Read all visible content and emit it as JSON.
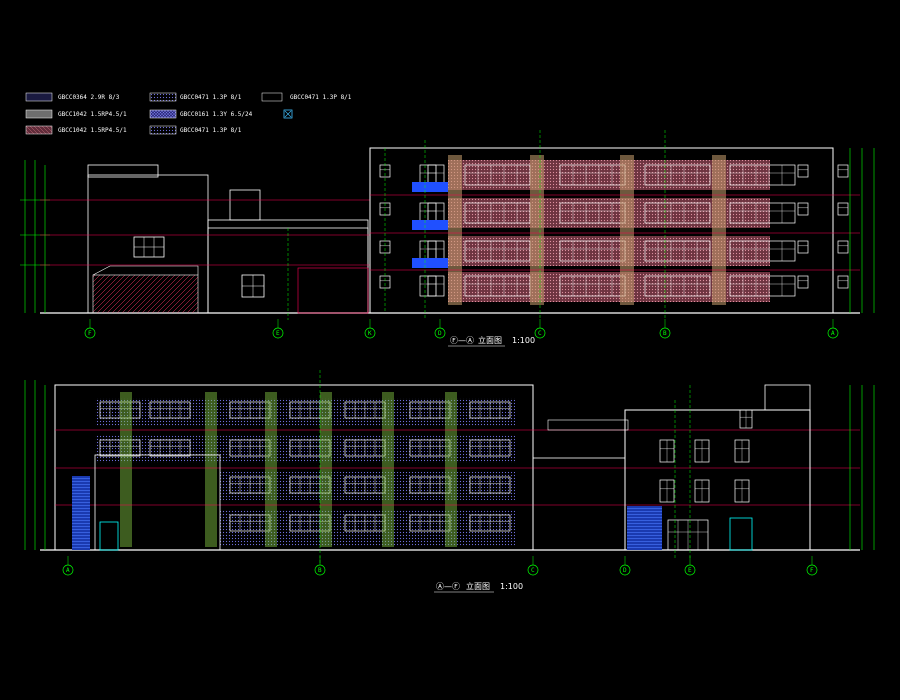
{
  "legend": {
    "items": [
      {
        "code": "GBCC0364  2.9R 8/3",
        "color": "#1a1a40",
        "hatch": "none"
      },
      {
        "code": "GBCC0471  1.3P 8/1",
        "color": "#5a5aa8",
        "hatch": "dots"
      },
      {
        "code": "GBCC0471  1.3P 8/1",
        "color": "#000000",
        "hatch": "none"
      },
      {
        "code": "GBCC1042  1.5RP4.5/1",
        "color": "#6e6e6e",
        "hatch": "none"
      },
      {
        "code": "GBCC0161  1.3Y 6.5/24",
        "color": "#8c8cd8",
        "hatch": "grid"
      },
      {
        "code": "",
        "color": "#40c0ff",
        "hatch": "box"
      },
      {
        "code": "GBCC1042  1.5RP4.5/1",
        "color": "#9a6a6a",
        "hatch": "cross"
      },
      {
        "code": "GBCC0471  1.3P 8/1",
        "color": "#6a6ac0",
        "hatch": "dots"
      }
    ]
  },
  "drawings": [
    {
      "title": "立面图",
      "axes_label": "Ⓕ—Ⓐ",
      "scale": "1:100",
      "axis_marks": [
        "F",
        "E",
        "K",
        "D",
        "C",
        "B",
        "A"
      ]
    },
    {
      "title": "立面图",
      "axes_label": "Ⓐ—Ⓕ",
      "scale": "1:100",
      "axis_marks": [
        "A",
        "B",
        "C",
        "D",
        "E",
        "F"
      ]
    }
  ],
  "colors": {
    "background": "#000000",
    "outline": "#ffffff",
    "dimension": "#00ff00",
    "floor_line": "#ff0055",
    "window": "#ffffff",
    "facade_pink": "#c46a78",
    "facade_blue": "#5050c0",
    "column_green": "#88cc44",
    "accent_blue": "#2050ff",
    "leader": "#ff00ff"
  },
  "icons": [
    "axis-bubble-icon",
    "elevation-marker-icon"
  ]
}
